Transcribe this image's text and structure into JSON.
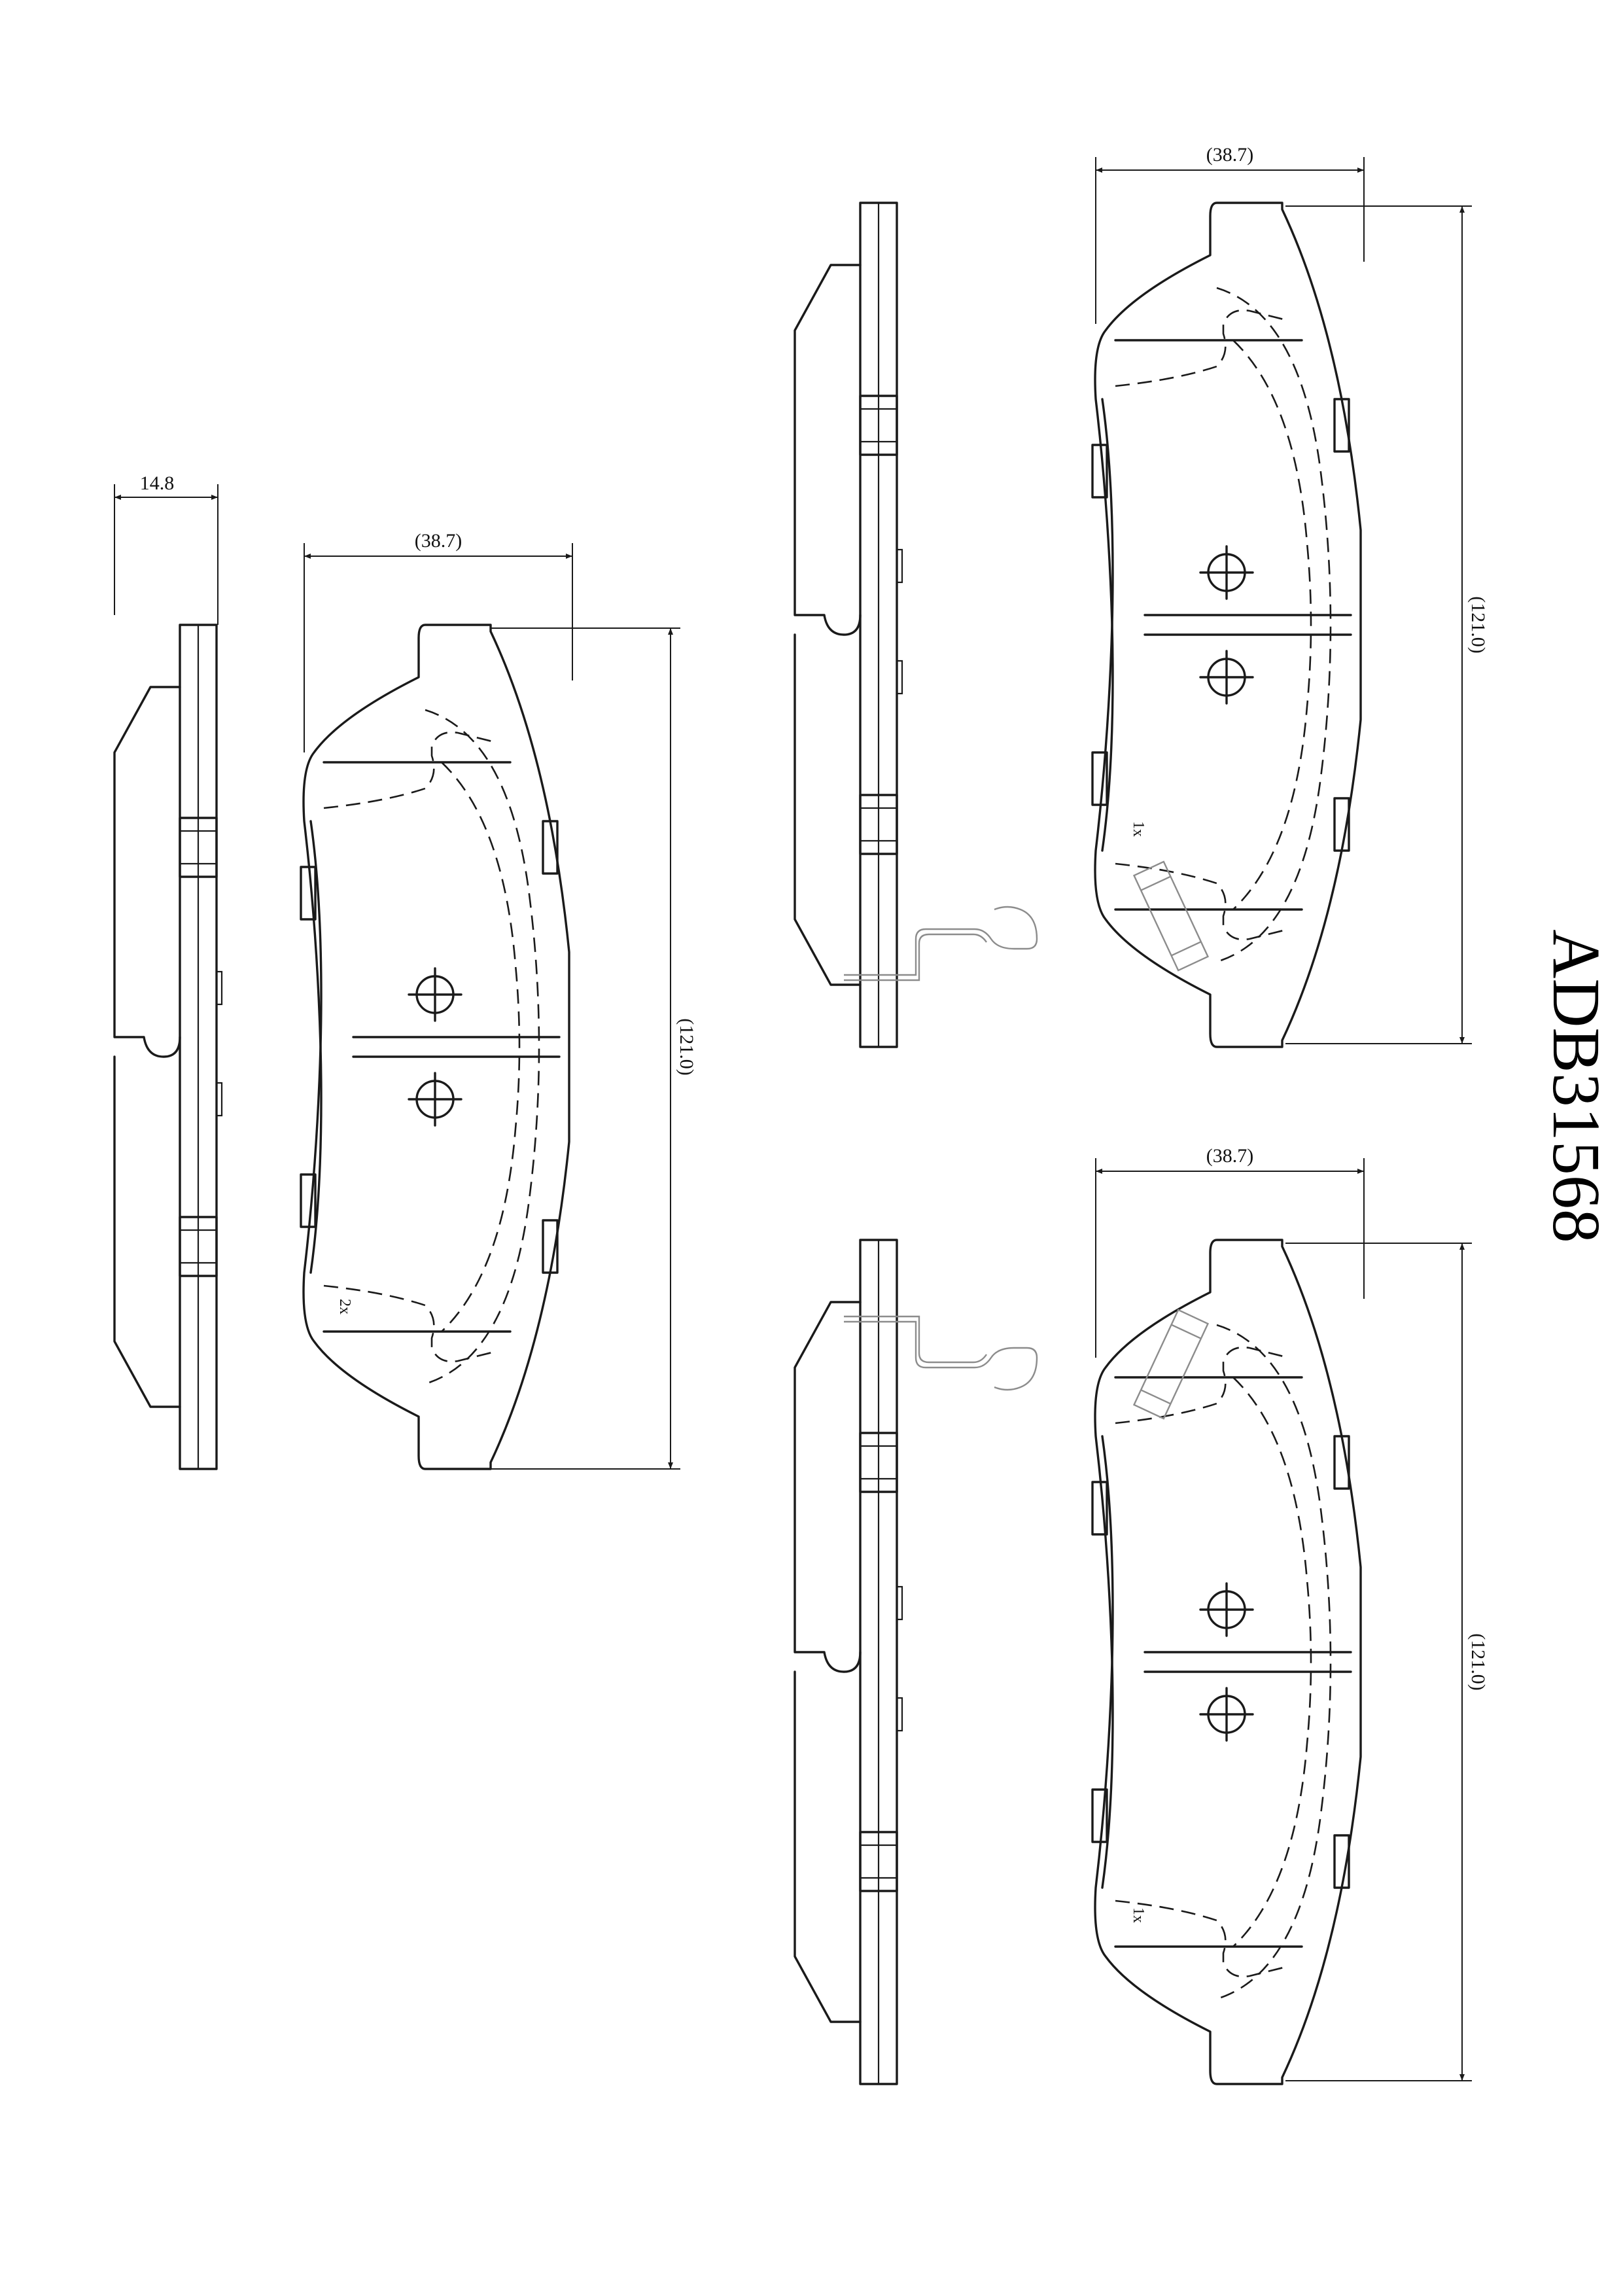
{
  "part_number": "ADB31568",
  "dimensions": {
    "thickness": "14.8",
    "width": "(38.7)",
    "length": "(121.0)"
  },
  "callouts": {
    "left_pad": "2x",
    "upper_right_pad": "1x",
    "lower_right_pad": "1x"
  }
}
